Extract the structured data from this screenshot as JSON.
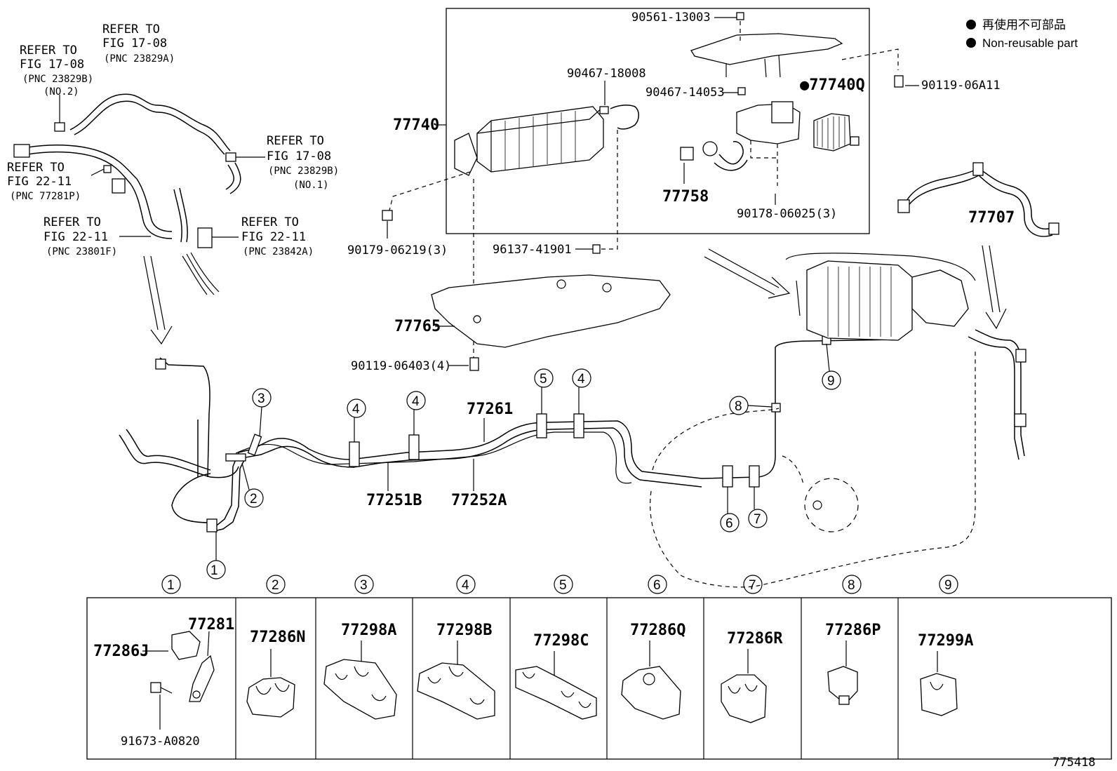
{
  "legend": {
    "non_reusable_jp": "再使用不可部品",
    "non_reusable_en": "Non-reusable part"
  },
  "refer_notes": {
    "r1": {
      "line1": "REFER TO",
      "line2": "FIG 17-08",
      "line3": "(PNC 23829A)"
    },
    "r2": {
      "line1": "REFER TO",
      "line2": "FIG 17-08",
      "line3": "(PNC 23829B)",
      "line4": "(NO.2)"
    },
    "r3": {
      "line1": "REFER TO",
      "line2": "FIG 17-08",
      "line3": "(PNC 23829B)",
      "line4": "(NO.1)"
    },
    "r4": {
      "line1": "REFER TO",
      "line2": "FIG 22-11",
      "line3": "(PNC 77281P)"
    },
    "r5": {
      "line1": "REFER TO",
      "line2": "FIG 22-11",
      "line3": "(PNC 23801F)"
    },
    "r6": {
      "line1": "REFER TO",
      "line2": "FIG 22-11",
      "line3": "(PNC 23842A)"
    }
  },
  "parts": {
    "p90561": "90561-13003",
    "p90467a": "90467-18008",
    "p90467b": "90467-14053",
    "p77740": "77740",
    "p77740q": "●77740Q",
    "p90119a": "90119-06A11",
    "p77758": "77758",
    "p90178": "90178-06025(3)",
    "p90179": "90179-06219(3)",
    "p96137": "96137-41901",
    "p77707": "77707",
    "p77765": "77765",
    "p90119b": "90119-06403(4)",
    "p77261": "77261",
    "p77251b": "77251B",
    "p77252a": "77252A"
  },
  "callouts": [
    "①",
    "②",
    "③",
    "④",
    "⑤",
    "⑥",
    "⑦",
    "⑧",
    "⑨"
  ],
  "bottom_table": {
    "headers": [
      "①",
      "②",
      "③",
      "④",
      "⑤",
      "⑥",
      "⑦",
      "⑧",
      "⑨"
    ],
    "cells": [
      {
        "parts": [
          "77281",
          "77286J",
          "91673-A0820"
        ]
      },
      {
        "parts": [
          "77286N"
        ]
      },
      {
        "parts": [
          "77298A"
        ]
      },
      {
        "parts": [
          "77298B"
        ]
      },
      {
        "parts": [
          "77298C"
        ]
      },
      {
        "parts": [
          "77286Q"
        ]
      },
      {
        "parts": [
          "77286R"
        ]
      },
      {
        "parts": [
          "77286P"
        ]
      },
      {
        "parts": [
          "77299A"
        ]
      }
    ]
  },
  "figure_id": "775418"
}
